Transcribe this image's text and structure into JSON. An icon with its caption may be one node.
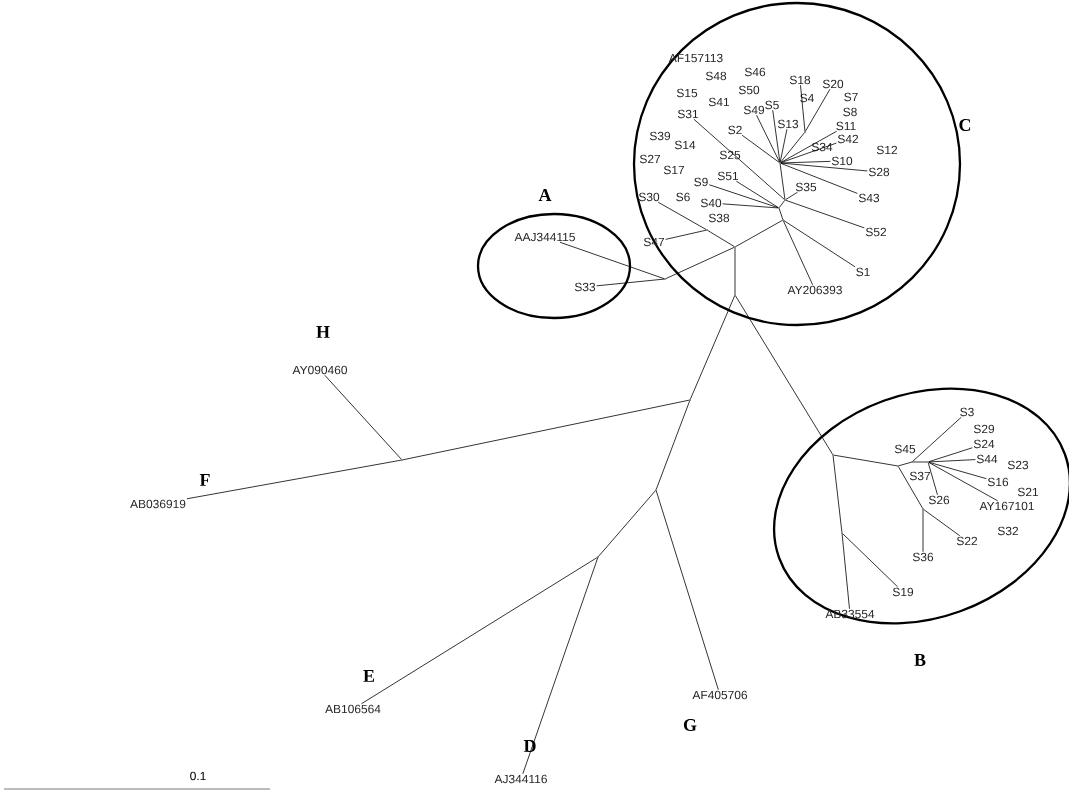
{
  "diagram": {
    "nodes": [
      {
        "text": [
          "C"
        ]
      },
      {
        "text": [
          "AF157113"
        ],
        "in": 0
      },
      {
        "text": [
          "S48"
        ],
        "in": 0
      },
      {
        "text": [
          "S46"
        ],
        "in": 0
      },
      {
        "text": [
          "S15"
        ],
        "in": 0
      },
      {
        "text": [
          "S50"
        ],
        "in": 0
      },
      {
        "text": [
          "S18"
        ],
        "in": 0
      },
      {
        "text": [
          "S20"
        ],
        "in": 0
      },
      {
        "text": [
          "S4"
        ],
        "in": 0
      },
      {
        "text": [
          "S7"
        ],
        "in": 0
      },
      {
        "text": [
          "S41"
        ],
        "in": 0
      },
      {
        "text": [
          "S5"
        ],
        "in": 0
      },
      {
        "text": [
          "S49"
        ],
        "in": 0
      },
      {
        "text": [
          "S8"
        ],
        "in": 0
      },
      {
        "text": [
          "S31"
        ],
        "in": 0
      },
      {
        "text": [
          "S13"
        ],
        "in": 0
      },
      {
        "text": [
          "S11"
        ],
        "in": 0
      },
      {
        "text": [
          "S2"
        ],
        "in": 0
      },
      {
        "text": [
          "S39"
        ],
        "in": 0
      },
      {
        "text": [
          "S34"
        ],
        "in": 0
      },
      {
        "text": [
          "S42"
        ],
        "in": 0
      },
      {
        "text": [
          "S14"
        ],
        "in": 0
      },
      {
        "text": [
          "S12"
        ],
        "in": 0
      },
      {
        "text": [
          "S25"
        ],
        "in": 0
      },
      {
        "text": [
          "S27"
        ],
        "in": 0
      },
      {
        "text": [
          "S10"
        ],
        "in": 0
      },
      {
        "text": [
          "S17"
        ],
        "in": 0
      },
      {
        "text": [
          "S28"
        ],
        "in": 0
      },
      {
        "text": [
          "S51"
        ],
        "in": 0
      },
      {
        "text": [
          "S9"
        ],
        "in": 0
      },
      {
        "text": [
          "S35"
        ],
        "in": 0
      },
      {
        "text": [
          "S30"
        ],
        "in": 0
      },
      {
        "text": [
          "S6"
        ],
        "in": 0
      },
      {
        "text": [
          "S43"
        ],
        "in": 0
      },
      {
        "text": [
          "S40"
        ],
        "in": 0
      },
      {
        "text": [
          "S38"
        ],
        "in": 0
      },
      {
        "text": [
          "S52"
        ],
        "in": 0
      },
      {
        "text": [
          "S47"
        ],
        "in": 0
      },
      {
        "text": [
          "S1"
        ],
        "in": 0
      },
      {
        "text": [
          "AY206393"
        ],
        "in": 0
      },
      {
        "text": [
          "A"
        ]
      },
      {
        "text": [
          "AAJ344115"
        ],
        "in": 40
      },
      {
        "text": [
          "S33"
        ],
        "in": 40
      },
      {
        "text": [
          "AY090460"
        ],
        "beside": [
          "H"
        ]
      },
      {
        "text": [
          "B"
        ]
      },
      {
        "text": [
          "S3"
        ],
        "in": 44
      },
      {
        "text": [
          "S29"
        ],
        "in": 44
      },
      {
        "text": [
          "S24"
        ],
        "in": 44
      },
      {
        "text": [
          "S45"
        ],
        "in": 44
      },
      {
        "text": [
          "S44"
        ],
        "in": 44
      },
      {
        "text": [
          "S23"
        ],
        "in": 44
      },
      {
        "text": [
          "S37"
        ],
        "in": 44
      },
      {
        "text": [
          "S16"
        ],
        "in": 44
      },
      {
        "text": [
          "S21"
        ],
        "in": 44
      },
      {
        "text": [
          "S26"
        ],
        "in": 44
      },
      {
        "text": [
          "AY167101"
        ],
        "in": 44
      },
      {
        "text": [
          "S32"
        ],
        "in": 44
      },
      {
        "text": [
          "S22"
        ],
        "in": 44
      },
      {
        "text": [
          "S36"
        ],
        "in": 44
      },
      {
        "text": [
          "S19"
        ],
        "in": 44
      },
      {
        "text": [
          "AB33554"
        ],
        "in": 44
      },
      {
        "text": [
          "AB036919"
        ],
        "beside": [
          "F"
        ]
      },
      {
        "text": [
          "AB106564"
        ],
        "beside": [
          "E"
        ]
      },
      {
        "text": [
          "AF405706"
        ],
        "beside": [
          "G"
        ]
      },
      {
        "text": [
          "AJ344116"
        ],
        "beside": [
          "D"
        ]
      },
      {
        "text": [],
        "shape": "dot"
      },
      {
        "text": [],
        "shape": "dot",
        "in": 0
      },
      {
        "text": [],
        "shape": "dot",
        "in": 0
      },
      {
        "text": [],
        "shape": "dot",
        "in": 0
      },
      {
        "text": [],
        "shape": "dot",
        "in": 0
      },
      {
        "text": [],
        "shape": "dot",
        "in": 0
      },
      {
        "text": [],
        "shape": "dot",
        "in": 0
      },
      {
        "text": [],
        "shape": "dot",
        "in": 0
      },
      {
        "text": [],
        "shape": "dot"
      },
      {
        "text": [],
        "shape": "dot"
      },
      {
        "text": [],
        "shape": "dot"
      },
      {
        "text": [],
        "shape": "dot"
      },
      {
        "text": [],
        "shape": "dot",
        "in": 44
      },
      {
        "text": [],
        "shape": "dot",
        "in": 44
      },
      {
        "text": [],
        "shape": "dot",
        "in": 44
      },
      {
        "text": [],
        "shape": "dot",
        "in": 44
      },
      {
        "text": [],
        "shape": "dot",
        "in": 44
      },
      {
        "text": [],
        "shape": "dot",
        "in": 44
      },
      {
        "text": [],
        "shape": "dot",
        "in": 0
      }
    ],
    "edges": [
      {
        "from": 68,
        "to": 39,
        "arrow": "none"
      },
      {
        "from": 68,
        "to": 38,
        "arrow": "none"
      },
      {
        "from": 69,
        "to": 36,
        "arrow": "none"
      },
      {
        "from": 69,
        "to": 30,
        "arrow": "none"
      },
      {
        "from": 70,
        "to": 33,
        "arrow": "none"
      },
      {
        "from": 70,
        "to": 27,
        "arrow": "none"
      },
      {
        "from": 70,
        "to": 25,
        "arrow": "none"
      },
      {
        "from": 70,
        "to": 20,
        "arrow": "none"
      },
      {
        "from": 70,
        "to": 16,
        "arrow": "none"
      },
      {
        "from": 71,
        "to": 7,
        "arrow": "none"
      },
      {
        "from": 71,
        "to": 6,
        "arrow": "none"
      },
      {
        "from": 70,
        "to": 15,
        "arrow": "none"
      },
      {
        "from": 70,
        "to": 11,
        "arrow": "none"
      },
      {
        "from": 70,
        "to": 12,
        "arrow": "none"
      },
      {
        "from": 70,
        "to": 17,
        "arrow": "none"
      },
      {
        "from": 69,
        "to": 14,
        "arrow": "none"
      },
      {
        "from": 83,
        "to": 28,
        "arrow": "none"
      },
      {
        "from": 83,
        "to": 29,
        "arrow": "none"
      },
      {
        "from": 83,
        "to": 34,
        "arrow": "none"
      },
      {
        "from": 66,
        "to": 31,
        "arrow": "none"
      },
      {
        "from": 66,
        "to": 37,
        "arrow": "none"
      },
      {
        "from": 65,
        "to": 41,
        "arrow": "none"
      },
      {
        "from": 65,
        "to": 42,
        "arrow": "none"
      },
      {
        "from": 74,
        "to": 43,
        "arrow": "none"
      },
      {
        "from": 74,
        "to": 61,
        "arrow": "none"
      },
      {
        "from": 76,
        "to": 62,
        "arrow": "none"
      },
      {
        "from": 76,
        "to": 64,
        "arrow": "none"
      },
      {
        "from": 75,
        "to": 63,
        "arrow": "none"
      },
      {
        "from": 79,
        "to": 60,
        "arrow": "none"
      },
      {
        "from": 79,
        "to": 59,
        "arrow": "none"
      },
      {
        "from": 82,
        "to": 58,
        "arrow": "none"
      },
      {
        "from": 82,
        "to": 57,
        "arrow": "none"
      },
      {
        "from": 80,
        "to": 45,
        "arrow": "none"
      },
      {
        "from": 81,
        "to": 47,
        "arrow": "none"
      },
      {
        "from": 81,
        "to": 49,
        "arrow": "none"
      },
      {
        "from": 81,
        "to": 52,
        "arrow": "none"
      },
      {
        "from": 81,
        "to": 55,
        "arrow": "none"
      },
      {
        "from": 81,
        "to": 54,
        "arrow": "none"
      },
      {
        "from": 65,
        "to": 67,
        "arrow": "none"
      },
      {
        "from": 66,
        "to": 67,
        "arrow": "none"
      },
      {
        "from": 67,
        "to": 68,
        "arrow": "none"
      },
      {
        "from": 68,
        "to": 83,
        "arrow": "none"
      },
      {
        "from": 83,
        "to": 69,
        "arrow": "none"
      },
      {
        "from": 69,
        "to": 70,
        "arrow": "none"
      },
      {
        "from": 70,
        "to": 71,
        "arrow": "none"
      },
      {
        "from": 67,
        "to": 72,
        "arrow": "none"
      },
      {
        "from": 72,
        "to": 73,
        "arrow": "none"
      },
      {
        "from": 73,
        "to": 74,
        "arrow": "none"
      },
      {
        "from": 73,
        "to": 75,
        "arrow": "none"
      },
      {
        "from": 75,
        "to": 76,
        "arrow": "none"
      },
      {
        "from": 72,
        "to": 77,
        "arrow": "none"
      },
      {
        "from": 77,
        "to": 78,
        "arrow": "none"
      },
      {
        "from": 77,
        "to": 79,
        "arrow": "none"
      },
      {
        "from": 78,
        "to": 80,
        "arrow": "none"
      },
      {
        "from": 80,
        "to": 81,
        "arrow": "none"
      },
      {
        "from": 78,
        "to": 82,
        "arrow": "none"
      }
    ],
    "labels": [
      "0.1"
    ]
  }
}
